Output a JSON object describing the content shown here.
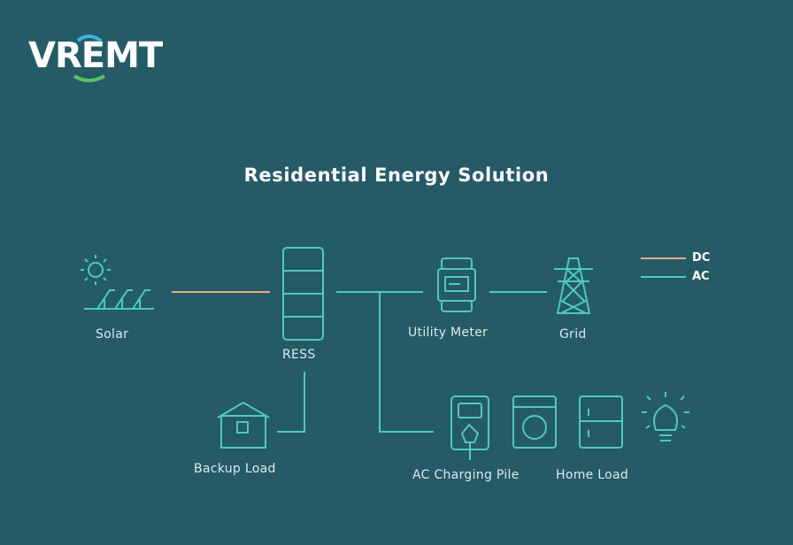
{
  "brand": {
    "name": "VREMT"
  },
  "title": "Residential Energy Solution",
  "legend": {
    "dc": "DC",
    "ac": "AC"
  },
  "nodes": {
    "solar": "Solar",
    "ress": "RESS",
    "utility_meter": "Utility Meter",
    "grid": "Grid",
    "backup_load": "Backup Load",
    "ac_charging_pile": "AC Charging Pile",
    "home_load": "Home Load"
  },
  "colors": {
    "background": "#245b66",
    "ac_line": "#4fc9c1",
    "dc_line": "#e8a98a",
    "logo_blue": "#3ab5e0",
    "logo_green": "#5cc06a"
  }
}
